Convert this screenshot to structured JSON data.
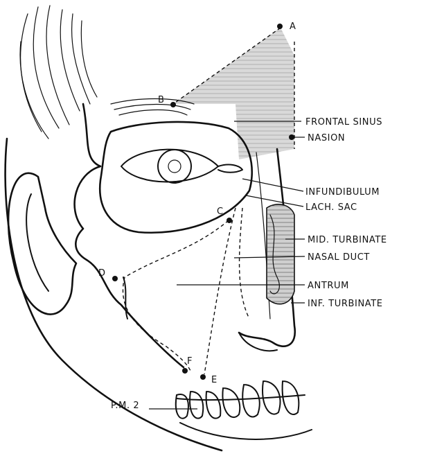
{
  "labels": {
    "frontal_sinus": "FRONTAL SINUS",
    "nasion": "NASION",
    "infundibulum": "INFUNDIBULUM",
    "lach_sac": "LACH. SAC",
    "mid_turbinate": "MID. TURBINATE",
    "nasal_duct": "NASAL DUCT",
    "antrum": "ANTRUM",
    "inf_turbinate": "INF. TURBINATE",
    "pm2": "P.M. 2"
  },
  "points": {
    "a": "A",
    "b": "B",
    "c": "C",
    "d": "D",
    "e": "E",
    "f": "F"
  },
  "colors": {
    "ink": "#111111",
    "sinus_fill": "#d9d9d9",
    "turbinate_fill": "#cfcfcf"
  }
}
